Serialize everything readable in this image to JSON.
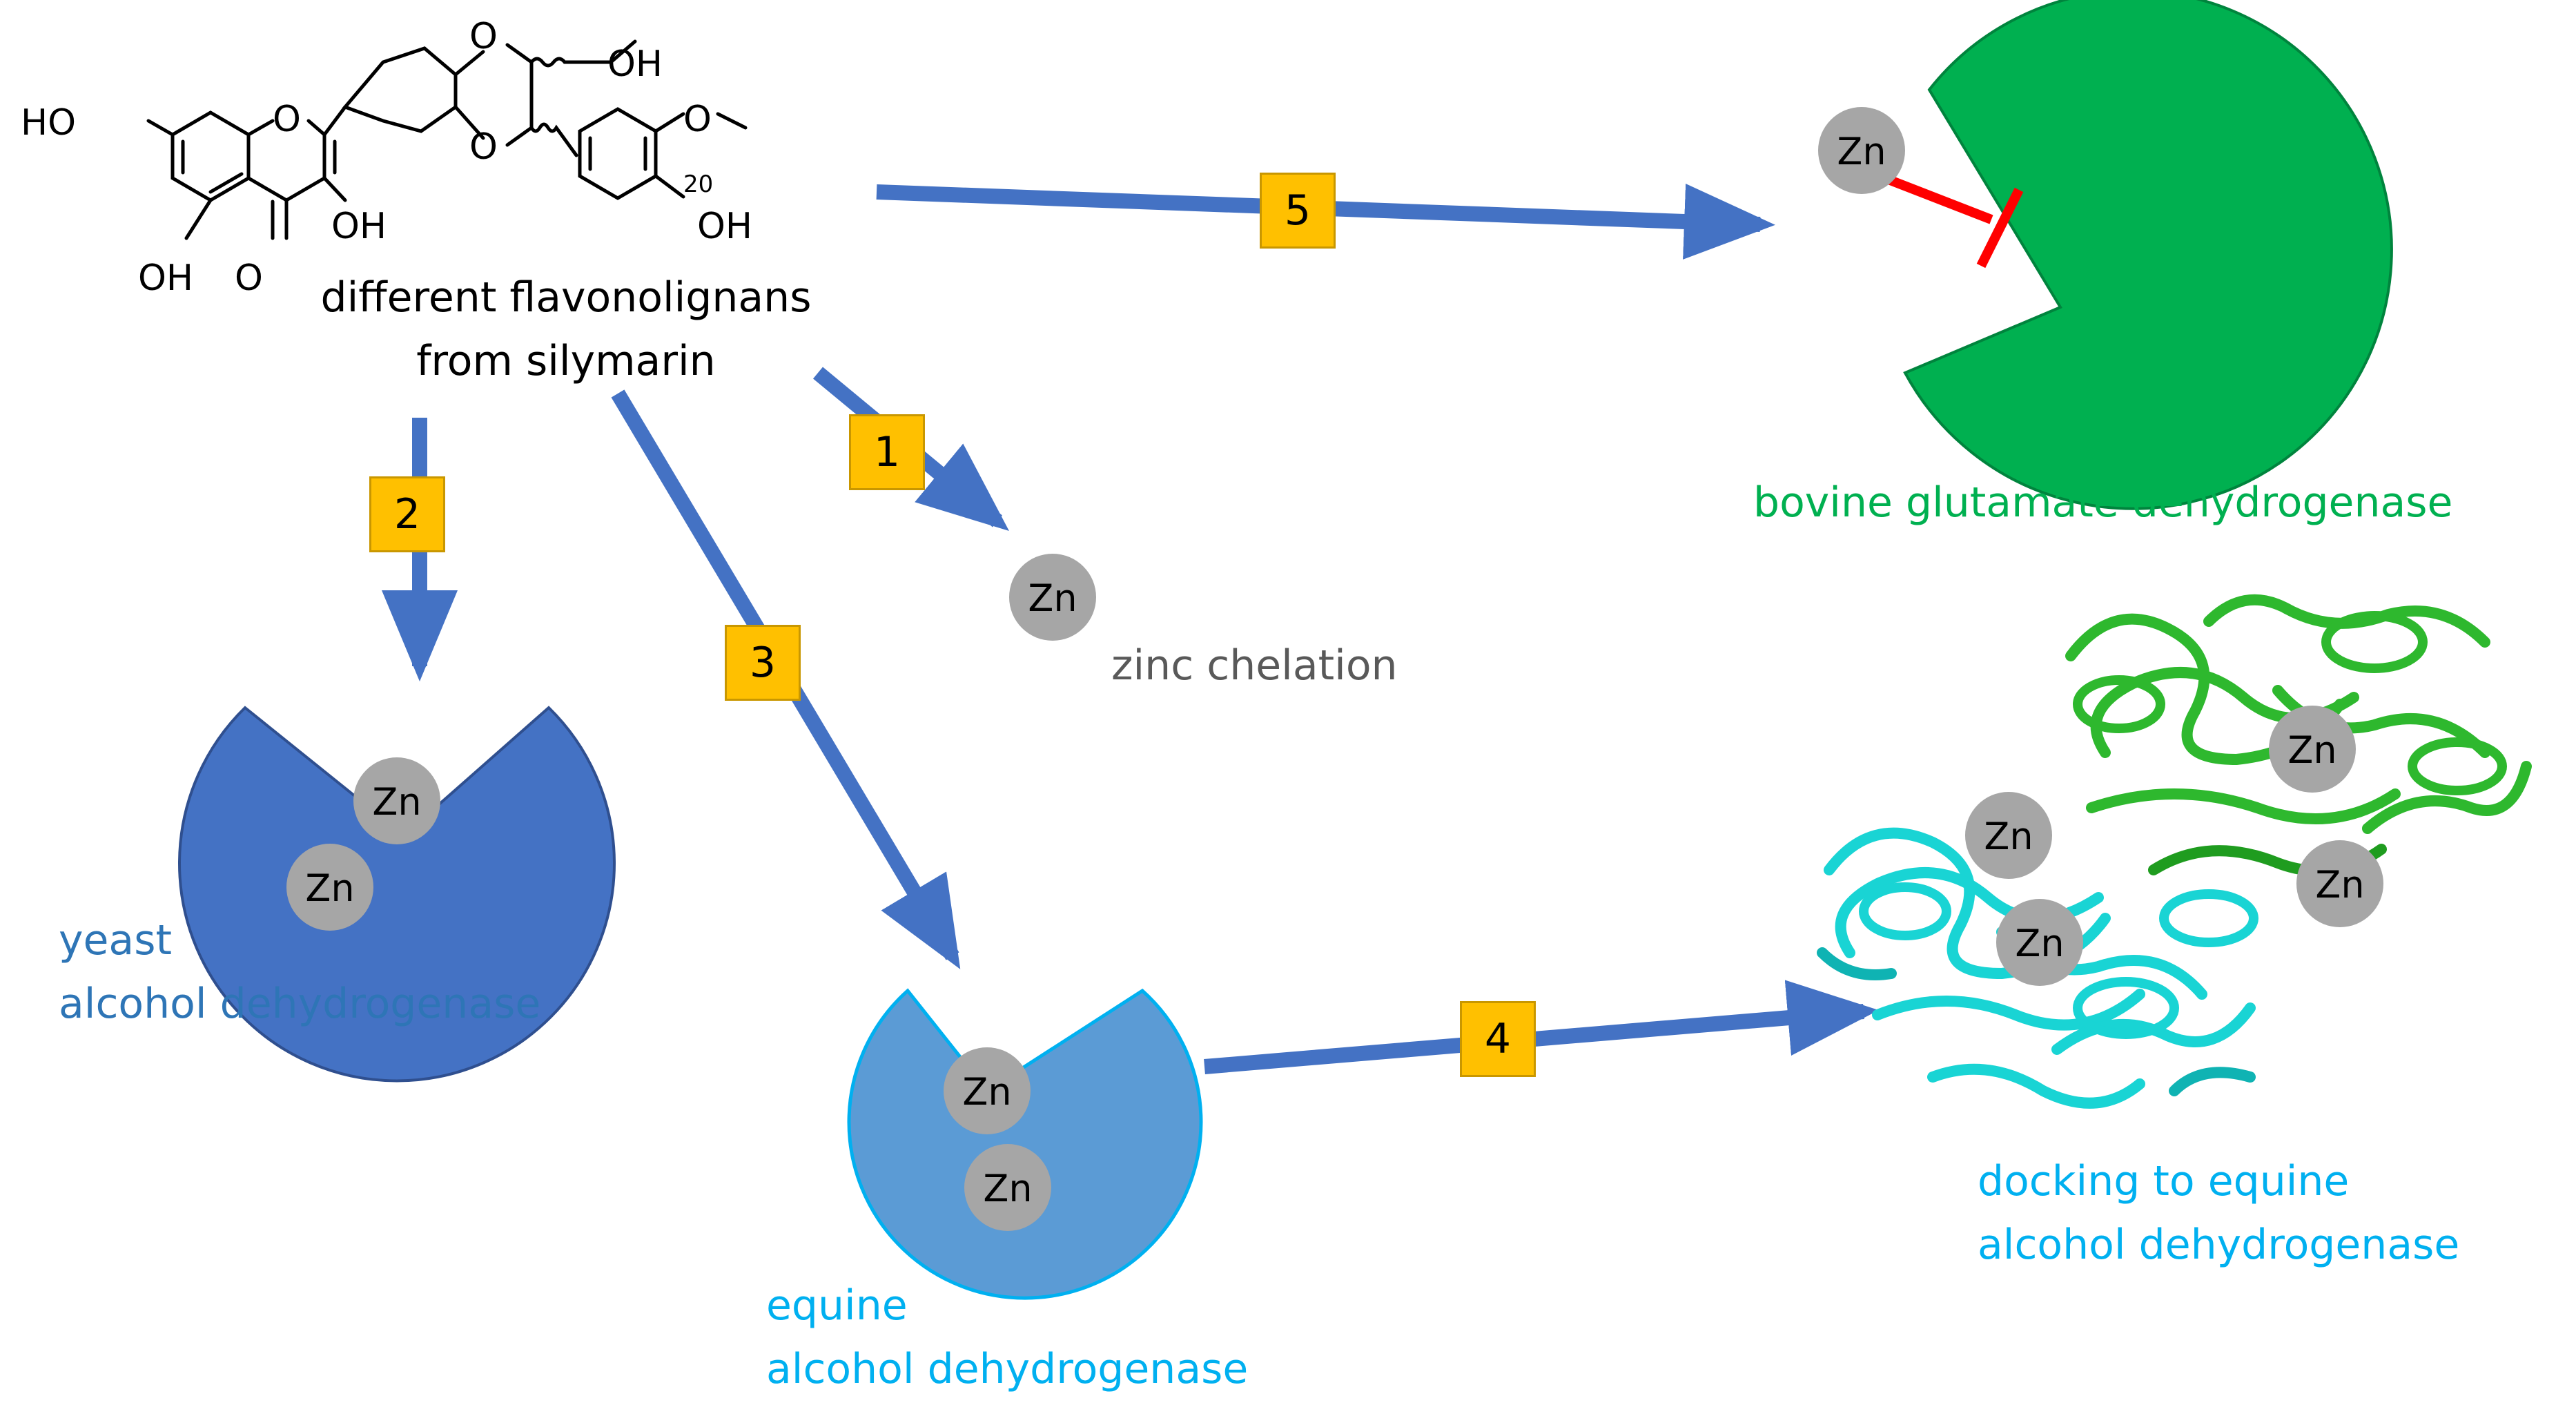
{
  "colors": {
    "arrow": "#4472c4",
    "badge_fill": "#ffc000",
    "zinc": "#a6a6a6",
    "yeast_enzyme": "#4472c4",
    "equine_enzyme": "#5b9bd5",
    "equine_outline": "#00b0f0",
    "bovine_enzyme": "#00b050",
    "inhibition": "#ff0000",
    "protein_green": "#2eb82e",
    "protein_cyan": "#19d4d4",
    "gray_text": "#595959"
  },
  "molecule": {
    "labels": [
      "HO",
      "O",
      "O",
      "O",
      "OH",
      "O",
      "OH",
      "OH",
      "O",
      "20",
      "OH"
    ],
    "caption_line1": "different flavonolignans",
    "caption_line2": "from silymarin"
  },
  "steps": [
    {
      "badge": "1",
      "target": "zinc chelation"
    },
    {
      "badge": "2",
      "target": "yeast alcohol dehydrogenase"
    },
    {
      "badge": "3",
      "target": "equine alcohol dehydrogenase"
    },
    {
      "badge": "4",
      "target": "docking to equine alcohol dehydrogenase"
    },
    {
      "badge": "5",
      "target": "bovine glutamate dehydrogenase"
    }
  ],
  "zinc_label": "Zn",
  "labels": {
    "zinc_chelation": "zinc chelation",
    "yeast_line1": "yeast",
    "yeast_line2": "alcohol dehydrogenase",
    "equine_line1": "equine",
    "equine_line2": "alcohol dehydrogenase",
    "docking_line1": "docking to equine",
    "docking_line2": "alcohol dehydrogenase",
    "bovine": "bovine glutamate dehydrogenase"
  }
}
